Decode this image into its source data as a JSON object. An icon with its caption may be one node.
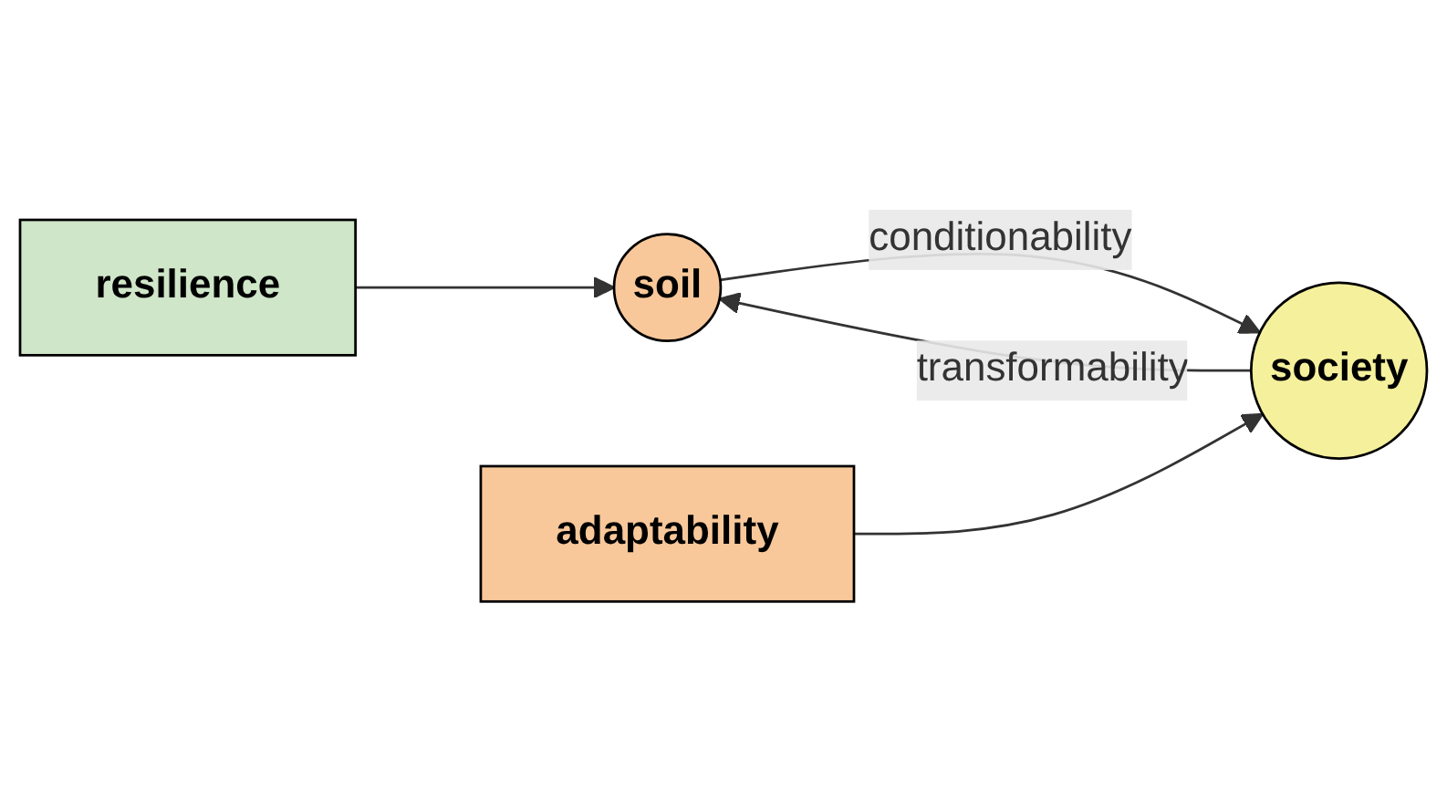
{
  "diagram": {
    "nodes": [
      {
        "text": [
          "resilience"
        ]
      },
      {
        "text": [
          "soil"
        ]
      },
      {
        "text": [
          "society"
        ]
      },
      {
        "text": [
          "adaptability"
        ]
      }
    ],
    "edges": [
      {
        "from": 0,
        "to": 1,
        "arrow": "to"
      },
      {
        "from": 1,
        "to": 2,
        "arrow": "to",
        "label": "conditionability"
      },
      {
        "from": 2,
        "to": 1,
        "arrow": "to",
        "label": "transformability"
      },
      {
        "from": 3,
        "to": 2,
        "arrow": "to"
      }
    ]
  }
}
